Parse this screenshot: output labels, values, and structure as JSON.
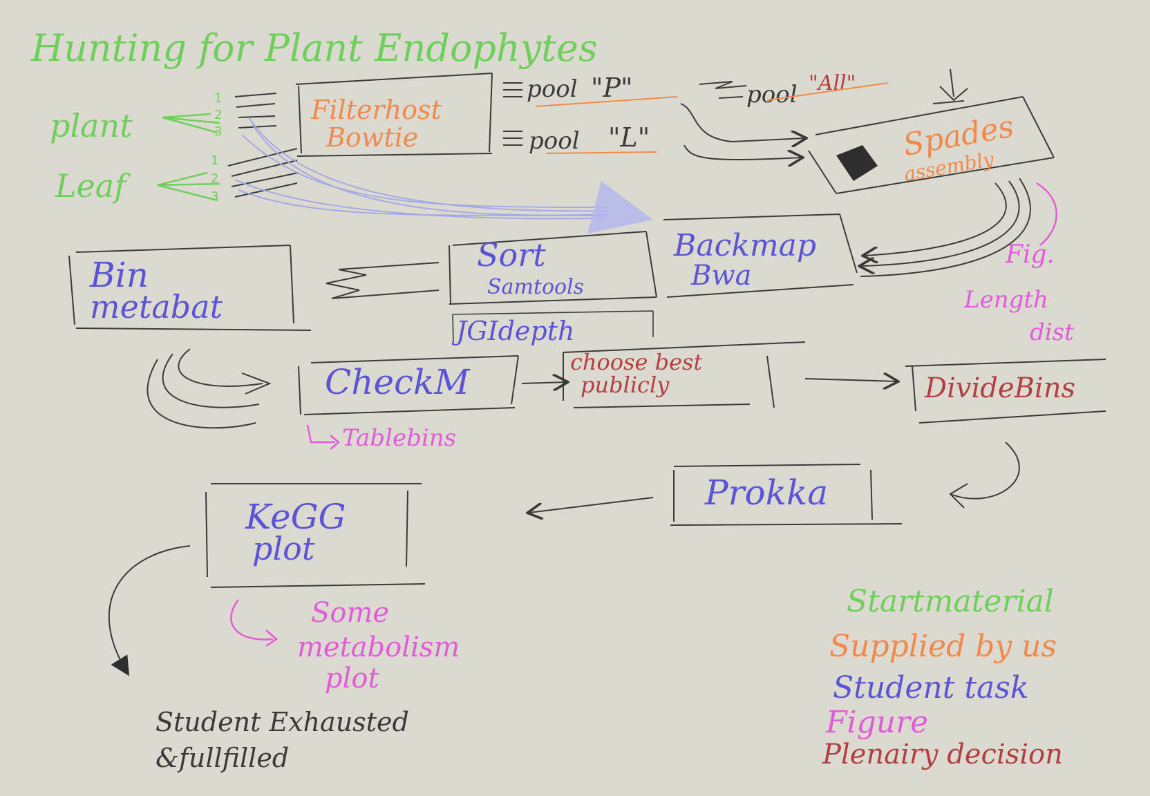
{
  "colors": {
    "background": "#dcdad0",
    "start_material": "#6fcf5c",
    "supplied_by_us": "#f08a4b",
    "student_task": "#5a55d6",
    "figure": "#e05cd8",
    "plenary_decision": "#b34040",
    "pencil": "#3a3a3a",
    "blue_arrows": "#9fa6e6"
  },
  "title": "Hunting for Plant Endophytes",
  "inputs": {
    "plant": {
      "label": "plant",
      "nums": [
        "1",
        "2",
        "3"
      ]
    },
    "leaf": {
      "label": "Leaf",
      "nums": [
        "1",
        "2",
        "3"
      ]
    }
  },
  "nodes": {
    "filterhost": {
      "line1": "Filterhost",
      "line2": "Bowtie"
    },
    "pool_p": {
      "prefix": "pool",
      "name": "\"P\""
    },
    "pool_l": {
      "prefix": "pool",
      "name": "\"L\""
    },
    "pool_all": {
      "prefix": "pool",
      "name": "\"All\""
    },
    "spades": {
      "line1": "Spades",
      "line2": "assembly"
    },
    "fig_length": {
      "line1": "Fig.",
      "line2": "Length",
      "line3": "dist"
    },
    "backmap": {
      "line1": "Backmap",
      "line2": "Bwa"
    },
    "sort": {
      "line1": "Sort",
      "line2": "Samtools"
    },
    "jgi": {
      "label": "JGIdepth"
    },
    "bin": {
      "line1": "Bin",
      "line2": "metabat"
    },
    "checkm": {
      "label": "CheckM"
    },
    "tablebins": {
      "label": "Tablebins"
    },
    "choose": {
      "line1": "choose best",
      "line2": "publicly"
    },
    "divide": {
      "label": "DivideBins"
    },
    "prokka": {
      "label": "Prokka"
    },
    "kegg": {
      "line1": "KeGG",
      "line2": "plot"
    },
    "some_metabolism": {
      "line1": "Some",
      "line2": "metabolism",
      "line3": "plot"
    },
    "exhausted": {
      "line1": "Student Exhausted",
      "line2": "&fullfilled"
    }
  },
  "legend": [
    {
      "label": "Startmaterial",
      "color": "#6fcf5c"
    },
    {
      "label": "Supplied by us",
      "color": "#f08a4b"
    },
    {
      "label": "Student task",
      "color": "#5a55d6"
    },
    {
      "label": "Figure",
      "color": "#e05cd8"
    },
    {
      "label": "Plenairy decision",
      "color": "#b34040"
    }
  ]
}
